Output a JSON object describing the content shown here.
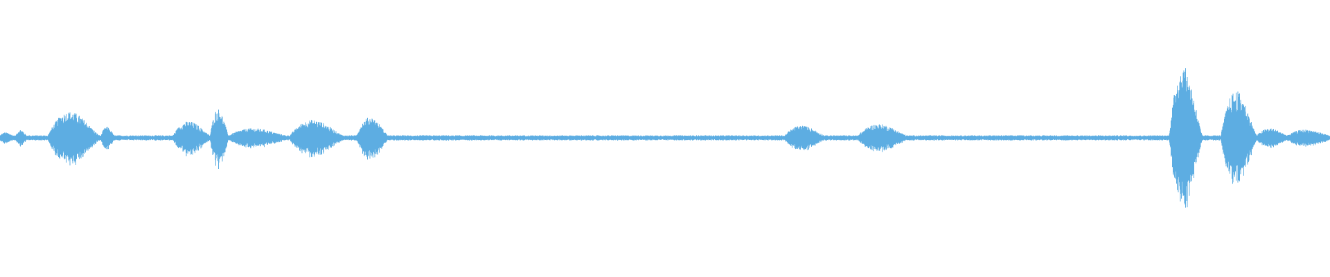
{
  "waveform": {
    "color": "#5DADE2",
    "baseline_amplitude": 0.018,
    "envelope": [
      {
        "start": 0.0,
        "end": 0.01,
        "peak": 0.04
      },
      {
        "start": 0.012,
        "end": 0.02,
        "peak": 0.06
      },
      {
        "start": 0.036,
        "end": 0.075,
        "peak": 0.19
      },
      {
        "start": 0.076,
        "end": 0.086,
        "peak": 0.08
      },
      {
        "start": 0.13,
        "end": 0.158,
        "peak": 0.12
      },
      {
        "start": 0.158,
        "end": 0.172,
        "peak": 0.21
      },
      {
        "start": 0.172,
        "end": 0.215,
        "peak": 0.07
      },
      {
        "start": 0.218,
        "end": 0.258,
        "peak": 0.13
      },
      {
        "start": 0.268,
        "end": 0.292,
        "peak": 0.15
      },
      {
        "start": 0.59,
        "end": 0.62,
        "peak": 0.09
      },
      {
        "start": 0.645,
        "end": 0.682,
        "peak": 0.1
      },
      {
        "start": 0.879,
        "end": 0.904,
        "peak": 0.52
      },
      {
        "start": 0.918,
        "end": 0.945,
        "peak": 0.34
      },
      {
        "start": 0.945,
        "end": 0.968,
        "peak": 0.07
      },
      {
        "start": 0.968,
        "end": 1.0,
        "peak": 0.06
      }
    ]
  }
}
